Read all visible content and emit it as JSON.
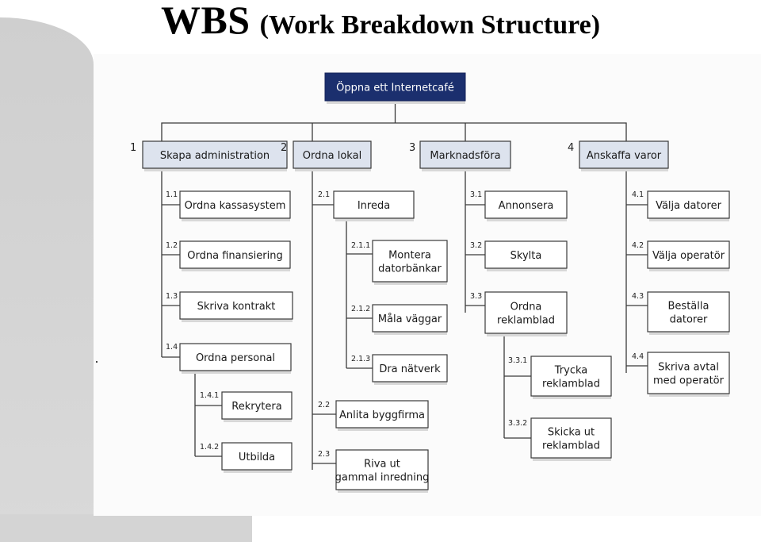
{
  "title": {
    "main": "WBS",
    "sub": "(Work Breakdown Structure)"
  },
  "root": "Öppna ett Internetcafé",
  "branches": [
    {
      "num": "1",
      "label": "Skapa administration",
      "children": [
        {
          "num": "1.1",
          "label": "Ordna kassasystem"
        },
        {
          "num": "1.2",
          "label": "Ordna finansiering"
        },
        {
          "num": "1.3",
          "label": "Skriva kontrakt"
        },
        {
          "num": "1.4",
          "label": "Ordna personal",
          "children": [
            {
              "num": "1.4.1",
              "label": "Rekrytera"
            },
            {
              "num": "1.4.2",
              "label": "Utbilda"
            }
          ]
        }
      ]
    },
    {
      "num": "2",
      "label": "Ordna lokal",
      "children": [
        {
          "num": "2.1",
          "label": "Inreda",
          "children": [
            {
              "num": "2.1.1",
              "label": "Montera datorbänkar"
            },
            {
              "num": "2.1.2",
              "label": "Måla väggar"
            },
            {
              "num": "2.1.3",
              "label": "Dra nätverk"
            }
          ]
        },
        {
          "num": "2.2",
          "label": "Anlita byggfirma"
        },
        {
          "num": "2.3",
          "label": "Riva ut gammal inredning"
        }
      ]
    },
    {
      "num": "3",
      "label": "Marknadsföra",
      "children": [
        {
          "num": "3.1",
          "label": "Annonsera"
        },
        {
          "num": "3.2",
          "label": "Skylta"
        },
        {
          "num": "3.3",
          "label": "Ordna reklamblad",
          "children": [
            {
              "num": "3.3.1",
              "label": "Trycka reklamblad"
            },
            {
              "num": "3.3.2",
              "label": "Skicka ut reklamblad"
            }
          ]
        }
      ]
    },
    {
      "num": "4",
      "label": "Anskaffa varor",
      "children": [
        {
          "num": "4.1",
          "label": "Välja datorer"
        },
        {
          "num": "4.2",
          "label": "Välja operatör"
        },
        {
          "num": "4.3",
          "label": "Beställa datorer"
        },
        {
          "num": "4.4",
          "label": "Skriva avtal med operatör"
        }
      ]
    }
  ]
}
